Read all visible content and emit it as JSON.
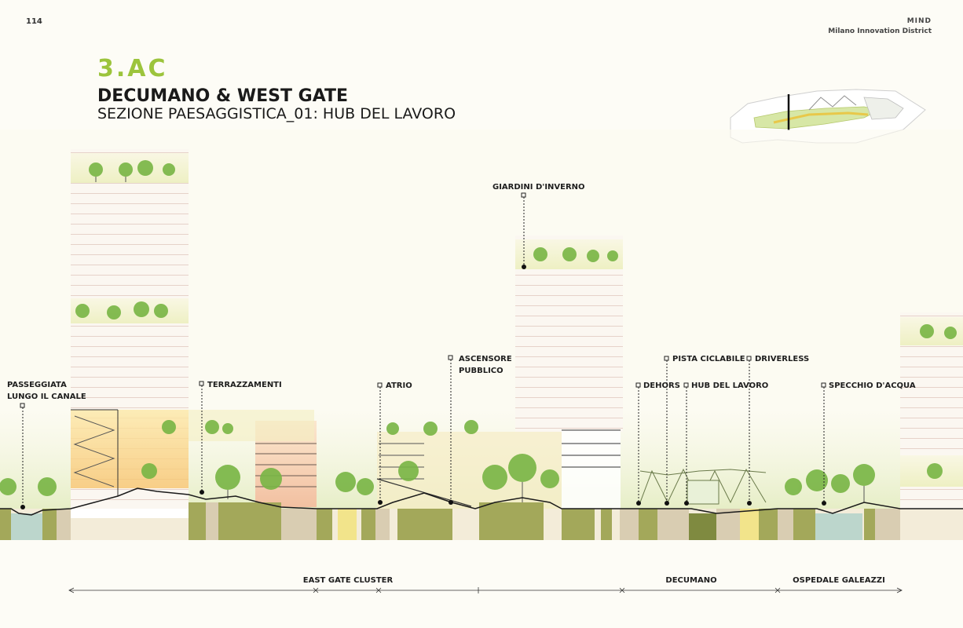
{
  "header": {
    "page_number": "114",
    "brand": "MIND",
    "brand_subtitle": "Milano Innovation District"
  },
  "title": {
    "section_code": "3.AC",
    "heading": "DECUMANO & WEST GATE",
    "subheading": "SEZIONE PAESAGGISTICA_01: HUB DEL LAVORO"
  },
  "callouts": {
    "passeggiata_1": "PASSEGGIATA",
    "passeggiata_2": "LUNGO IL CANALE",
    "terrazzamenti": "TERRAZZAMENTI",
    "atrio": "ATRIO",
    "ascensore_1": "ASCENSORE",
    "ascensore_2": "PUBBLICO",
    "giardini": "GIARDINI D'INVERNO",
    "dehors": "DEHORS",
    "pista": "PISTA CICLABILE",
    "hub": "HUB DEL LAVORO",
    "driverless": "DRIVERLESS",
    "specchio": "SPECCHIO D'ACQUA"
  },
  "zones": {
    "east_gate": "EAST GATE CLUSTER",
    "decumano": "DECUMANO",
    "ospedale": "OSPEDALE GALEAZZI"
  },
  "colors": {
    "accent_green": "#9cc43c",
    "ground_olive": "#a3a85a",
    "ground_sand": "#d9cdb2",
    "water": "#bcd6cc",
    "building_line": "#e8d7d0",
    "tree_green": "#6fae3e"
  }
}
